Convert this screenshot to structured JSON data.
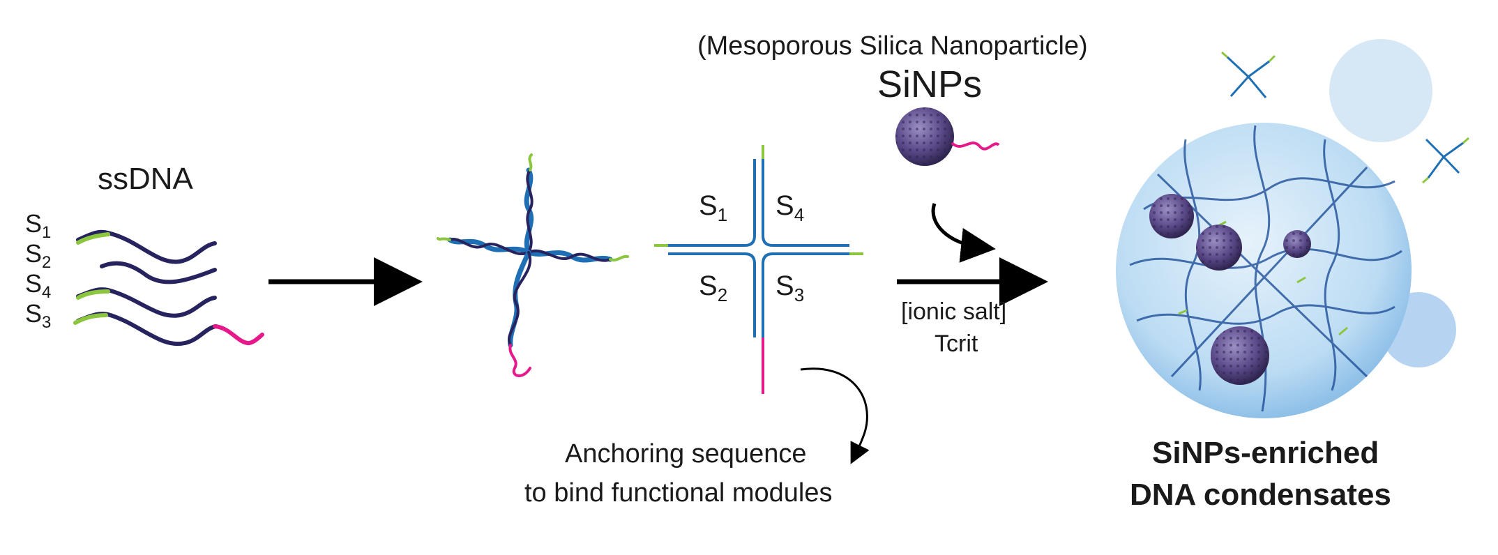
{
  "labels": {
    "ssdna": "ssDNA",
    "strands": [
      {
        "letter": "S",
        "sub": "1"
      },
      {
        "letter": "S",
        "sub": "2"
      },
      {
        "letter": "S",
        "sub": "4"
      },
      {
        "letter": "S",
        "sub": "3"
      }
    ],
    "quadrants": [
      {
        "letter": "S",
        "sub": "1"
      },
      {
        "letter": "S",
        "sub": "4"
      },
      {
        "letter": "S",
        "sub": "2"
      },
      {
        "letter": "S",
        "sub": "3"
      }
    ],
    "nanoparticle_full": "(Mesoporous Silica Nanoparticle)",
    "nanoparticle_abbr": "SiNPs",
    "condition_salt": "[ionic salt]",
    "condition_temp": "Tcrit",
    "anchor_line1": "Anchoring sequence",
    "anchor_line2": "to bind functional modules",
    "result_line1": "SiNPs-enriched",
    "result_line2": "DNA condensates"
  },
  "colors": {
    "strand_dark": "#26235e",
    "sticky_green": "#8cc63f",
    "anchor_magenta": "#e5198a",
    "helix_blue": "#1f6fb5",
    "particle_purple": "#5c4a8a",
    "droplet_light": "#cfe4f5",
    "droplet_mid": "#a9cdee"
  }
}
